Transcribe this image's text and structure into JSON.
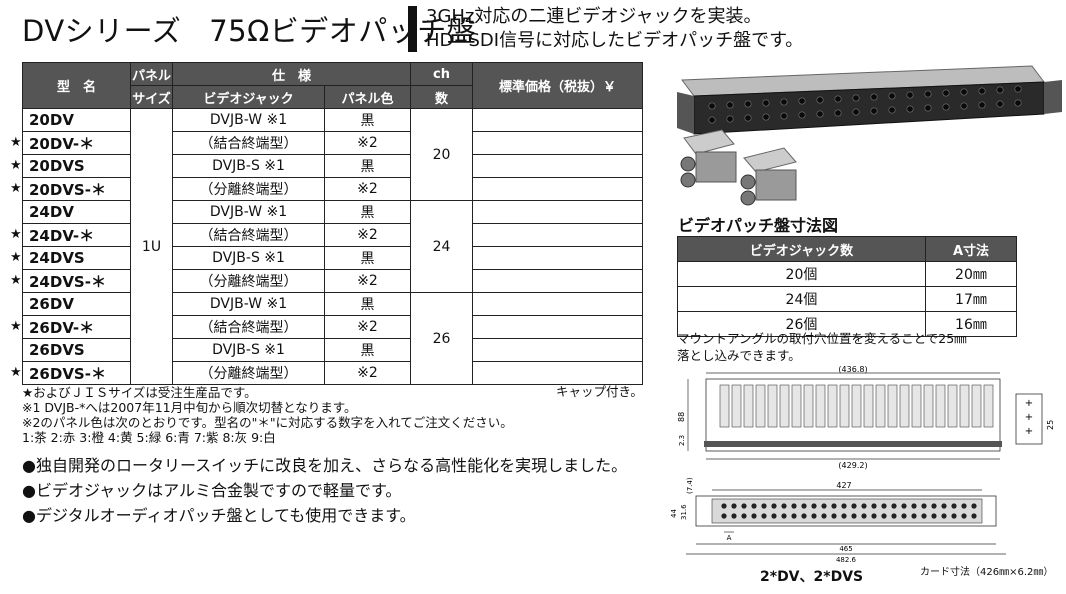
{
  "header": {
    "title_series": "DVシリーズ",
    "title_product": "75Ωビデオパッチ盤",
    "desc_line1": "3GHz対応の二連ビデオジャックを実装。",
    "desc_line2": "HD−SDI信号に対応したビデオパッチ盤です。"
  },
  "table": {
    "headers": {
      "model": "型　名",
      "panel": "パネル",
      "size": "サイズ",
      "spec": "仕　様",
      "jack": "ビデオジャック",
      "panel_color": "パネル色",
      "ch": "ch",
      "num": "数",
      "price": "標準価格（税抜）￥"
    },
    "panel_size": "1U",
    "rows": [
      {
        "star": "",
        "model": "20DV",
        "jack": "DVJB-W ※1",
        "color": "黒"
      },
      {
        "star": "★",
        "model": "20DV-＊",
        "jack": "（結合終端型）",
        "color": "※2"
      },
      {
        "star": "★",
        "model": "20DVS",
        "jack": "DVJB-S ※1",
        "color": "黒"
      },
      {
        "star": "★",
        "model": "20DVS-＊",
        "jack": "（分離終端型）",
        "color": "※2"
      },
      {
        "star": "",
        "model": "24DV",
        "jack": "DVJB-W ※1",
        "color": "黒"
      },
      {
        "star": "★",
        "model": "24DV-＊",
        "jack": "（結合終端型）",
        "color": "※2"
      },
      {
        "star": "★",
        "model": "24DVS",
        "jack": "DVJB-S ※1",
        "color": "黒"
      },
      {
        "star": "★",
        "model": "24DVS-＊",
        "jack": "（分離終端型）",
        "color": "※2"
      },
      {
        "star": "",
        "model": "26DV",
        "jack": "DVJB-W ※1",
        "color": "黒"
      },
      {
        "star": "★",
        "model": "26DV-＊",
        "jack": "（結合終端型）",
        "color": "※2"
      },
      {
        "star": "",
        "model": "26DVS",
        "jack": "DVJB-S ※1",
        "color": "黒"
      },
      {
        "star": "★",
        "model": "26DVS-＊",
        "jack": "（分離終端型）",
        "color": "※2"
      }
    ],
    "ch_groups": [
      "20",
      "24",
      "26"
    ]
  },
  "notes": {
    "line1": "★およびＪＩＳサイズは受注生産品です。",
    "line2": "※1 DVJB-*へは2007年11月中旬から順次切替となります。",
    "line3": "※2のパネル色は次のとおりです。型名の\"＊\"に対応する数字を入れてご注文ください。",
    "line4": "1:茶 2:赤 3:橙 4:黄 5:緑 6:青 7:紫 8:灰 9:白",
    "cap": "キャップ付き。"
  },
  "bullets": [
    "●独自開発のロータリースイッチに改良を加え、さらなる高性能化を実現しました。",
    "●ビデオジャックはアルミ合金製ですので軽量です。",
    "●デジタルオーディオパッチ盤としても使用できます。"
  ],
  "dimensions": {
    "title": "ビデオパッチ盤寸法図",
    "headers": [
      "ビデオジャック数",
      "A寸法"
    ],
    "rows": [
      [
        "20個",
        "20㎜"
      ],
      [
        "24個",
        "17㎜"
      ],
      [
        "26個",
        "16㎜"
      ]
    ],
    "mount_line1": "マウントアングルの取付穴位置を変えることで25㎜",
    "mount_line2": "落とし込みできます。"
  },
  "drawing": {
    "top_width": "(436.8)",
    "inner_width": "(429.2)",
    "height_88": "88",
    "h_23": "2.3",
    "side_25": "25",
    "front_427": "427",
    "front_74": "(7.4)",
    "front_316": "31.6",
    "front_44": "44",
    "front_A": "A",
    "front_465": "465",
    "front_4826": "482.6",
    "caption": "2*DV、2*DVS",
    "card_size": "カード寸法（426㎜×6.2㎜）"
  }
}
